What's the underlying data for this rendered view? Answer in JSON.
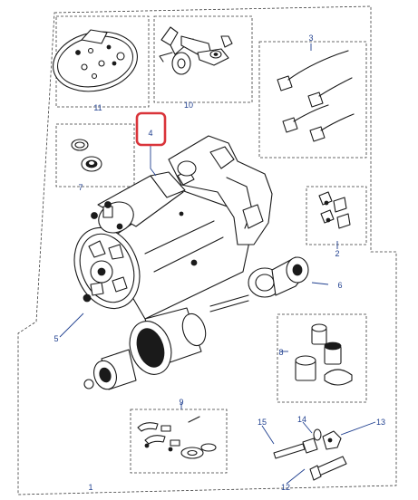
{
  "callouts": [
    {
      "id": "1",
      "text": "1"
    },
    {
      "id": "2",
      "text": "2"
    },
    {
      "id": "3",
      "text": "3"
    },
    {
      "id": "4",
      "text": "4"
    },
    {
      "id": "5",
      "text": "5"
    },
    {
      "id": "6",
      "text": "6"
    },
    {
      "id": "7",
      "text": "7"
    },
    {
      "id": "8",
      "text": "8"
    },
    {
      "id": "9",
      "text": "9"
    },
    {
      "id": "10",
      "text": "10"
    },
    {
      "id": "11",
      "text": "11"
    },
    {
      "id": "12",
      "text": "12"
    },
    {
      "id": "13",
      "text": "13"
    },
    {
      "id": "14",
      "text": "14"
    },
    {
      "id": "15",
      "text": "15"
    }
  ],
  "highlight": {
    "callout": "4",
    "color": "#d9343a"
  },
  "colors": {
    "label": "#1f3f8f",
    "line": "#1a1a1a",
    "frame": "#3a3a3a"
  }
}
